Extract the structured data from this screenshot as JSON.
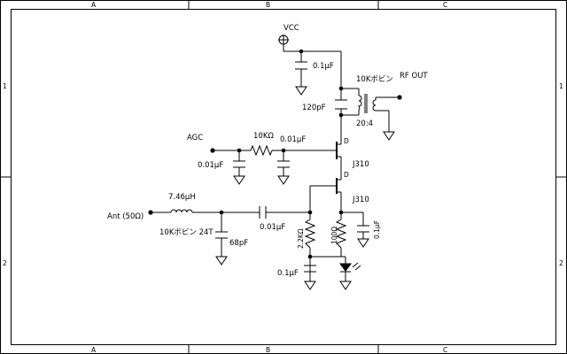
{
  "frame": {
    "columns": [
      "A",
      "B",
      "C"
    ],
    "rows": [
      "1",
      "2"
    ]
  },
  "labels": {
    "vcc": "VCC",
    "rf_out": "RF OUT",
    "agc": "AGC",
    "ant": "Ant (50Ω)",
    "c_vcc": "0.1μF",
    "c_tank": "120pF",
    "coil_name": "10Kボビン",
    "coil_ratio": "20:4",
    "r_agc": "10KΩ",
    "c_agc_series": "0.01μF",
    "c_agc_gnd": "0.01μF",
    "q_upper": "J310",
    "q_lower": "J310",
    "l_in": "7.46μH",
    "l_in_detail": "10Kボビン 24T",
    "c_in_series": "0.01μF",
    "c_in_shunt": "68pF",
    "r_gate": "2.2KΩ",
    "r_source": "100Ω",
    "c_source": "0.1μF",
    "c_gate": "0.1μF",
    "pin_d_upper": "D",
    "pin_d_lower": "D"
  }
}
